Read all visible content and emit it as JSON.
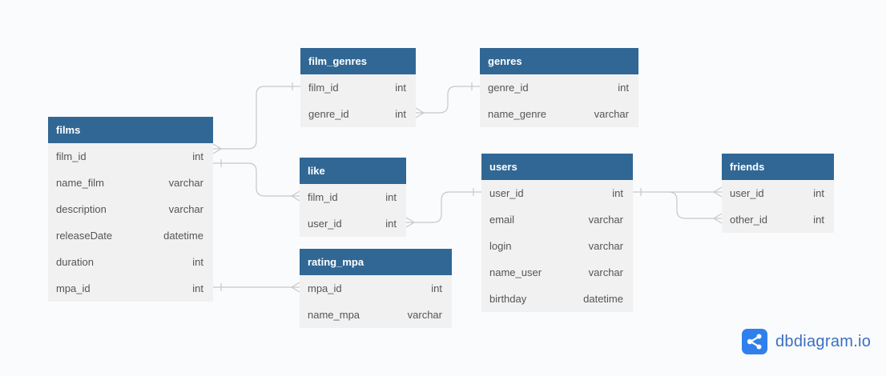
{
  "tables": {
    "films": {
      "name": "films",
      "columns": [
        {
          "name": "film_id",
          "type": "int"
        },
        {
          "name": "name_film",
          "type": "varchar"
        },
        {
          "name": "description",
          "type": "varchar"
        },
        {
          "name": "releaseDate",
          "type": "datetime"
        },
        {
          "name": "duration",
          "type": "int"
        },
        {
          "name": "mpa_id",
          "type": "int"
        }
      ]
    },
    "film_genres": {
      "name": "film_genres",
      "columns": [
        {
          "name": "film_id",
          "type": "int"
        },
        {
          "name": "genre_id",
          "type": "int"
        }
      ]
    },
    "genres": {
      "name": "genres",
      "columns": [
        {
          "name": "genre_id",
          "type": "int"
        },
        {
          "name": "name_genre",
          "type": "varchar"
        }
      ]
    },
    "like": {
      "name": "like",
      "columns": [
        {
          "name": "film_id",
          "type": "int"
        },
        {
          "name": "user_id",
          "type": "int"
        }
      ]
    },
    "rating_mpa": {
      "name": "rating_mpa",
      "columns": [
        {
          "name": "mpa_id",
          "type": "int"
        },
        {
          "name": "name_mpa",
          "type": "varchar"
        }
      ]
    },
    "users": {
      "name": "users",
      "columns": [
        {
          "name": "user_id",
          "type": "int"
        },
        {
          "name": "email",
          "type": "varchar"
        },
        {
          "name": "login",
          "type": "varchar"
        },
        {
          "name": "name_user",
          "type": "varchar"
        },
        {
          "name": "birthday",
          "type": "datetime"
        }
      ]
    },
    "friends": {
      "name": "friends",
      "columns": [
        {
          "name": "user_id",
          "type": "int"
        },
        {
          "name": "other_id",
          "type": "int"
        }
      ]
    }
  },
  "relationships": [
    {
      "from": "films.film_id",
      "to": "film_genres.film_id",
      "from_card": "many",
      "to_card": "one"
    },
    {
      "from": "film_genres.genre_id",
      "to": "genres.genre_id",
      "from_card": "many",
      "to_card": "one"
    },
    {
      "from": "films.film_id",
      "to": "like.film_id",
      "from_card": "one",
      "to_card": "many"
    },
    {
      "from": "like.user_id",
      "to": "users.user_id",
      "from_card": "many",
      "to_card": "one"
    },
    {
      "from": "films.mpa_id",
      "to": "rating_mpa.mpa_id",
      "from_card": "one",
      "to_card": "many"
    },
    {
      "from": "users.user_id",
      "to": "friends.user_id",
      "from_card": "one",
      "to_card": "many"
    },
    {
      "from": "users.user_id",
      "to": "friends.other_id",
      "from_card": "one",
      "to_card": "many"
    }
  ],
  "brand": {
    "name": "dbdiagram.io",
    "icon": "share-nodes-icon"
  },
  "colors": {
    "header": "#316794",
    "body": "#f1f1f1",
    "line": "#c8c8c8",
    "brand": "#2f80ed"
  }
}
